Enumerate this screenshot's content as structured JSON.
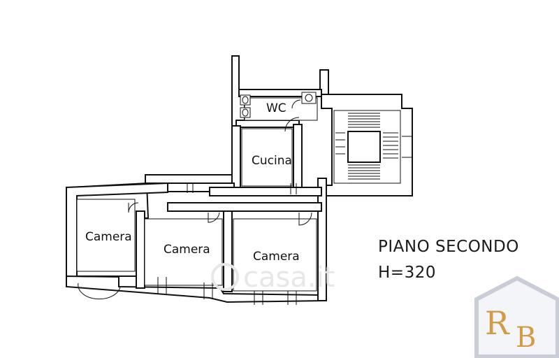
{
  "rooms": {
    "wc": "WC",
    "cucina": "Cucina",
    "camera_1": "Camera",
    "camera_2": "Camera",
    "camera_3": "Camera"
  },
  "title": {
    "floor": "PIANO SECONDO",
    "height": "H=320"
  },
  "watermark": {
    "site": "casa.it",
    "logo_letters": "RB"
  },
  "colors": {
    "ink": "#111111",
    "logo_border": "#c9cdd6",
    "logo_letters": "#d39a47"
  }
}
